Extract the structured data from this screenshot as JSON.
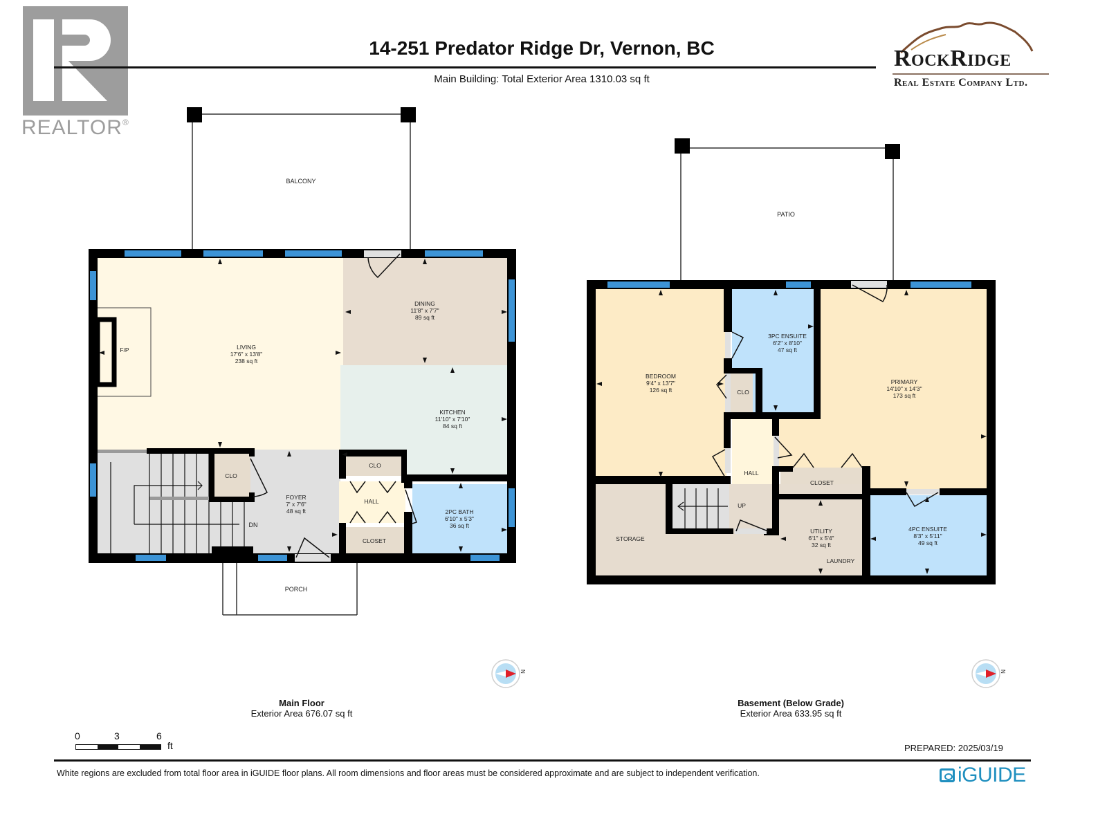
{
  "header": {
    "title": "14-251 Predator Ridge Dr, Vernon, BC",
    "subtitle": "Main Building: Total Exterior Area 1310.03 sq ft",
    "realtor_logo_text": "REALTOR",
    "realtor_mark": "®",
    "brokerage": {
      "name": "RockRidge",
      "tagline": "Real Estate Company Ltd."
    }
  },
  "colors": {
    "wall": "#000000",
    "window": "#3d94d6",
    "living": "#fff8e4",
    "dining": "#e8ddd0",
    "kitchen": "#e7f0ec",
    "foyer": "#e0e0e0",
    "closet": "#e6dccd",
    "hall": "#fff6dc",
    "bath": "#bfe2fb",
    "bedroom": "#fdebc6",
    "storage": "#e6dccf",
    "iguide": "#1f8fbf",
    "compass_red": "#e0202a",
    "compass_blue": "#b8def4"
  },
  "main_floor": {
    "name": "Main Floor",
    "area": "Exterior Area 676.07 sq ft",
    "outdoor": {
      "balcony": "BALCONY",
      "porch": "PORCH"
    },
    "rooms": {
      "living": {
        "name": "LIVING",
        "dims": "17'6\" x 13'8\"",
        "area": "238 sq ft"
      },
      "fireplace": {
        "name": "F/P"
      },
      "dining": {
        "name": "DINING",
        "dims": "11'8\" x 7'7\"",
        "area": "89 sq ft"
      },
      "kitchen": {
        "name": "KITCHEN",
        "dims": "11'10\" x 7'10\"",
        "area": "84 sq ft"
      },
      "foyer": {
        "name": "FOYER",
        "dims": "7' x 7'6\"",
        "area": "48 sq ft"
      },
      "foyer_clo": {
        "name": "CLO"
      },
      "hall_clo": {
        "name": "CLO"
      },
      "hall": {
        "name": "HALL"
      },
      "closet": {
        "name": "CLOSET"
      },
      "bath": {
        "name": "2PC BATH",
        "dims": "6'10\" x 5'3\"",
        "area": "36 sq ft"
      },
      "stairs": {
        "label": "DN"
      }
    },
    "compass": {
      "label": "N"
    }
  },
  "basement": {
    "name": "Basement (Below Grade)",
    "area": "Exterior Area 633.95 sq ft",
    "outdoor": {
      "patio": "PATIO"
    },
    "rooms": {
      "bedroom": {
        "name": "BEDROOM",
        "dims": "9'4\" x 13'7\"",
        "area": "126 sq ft"
      },
      "ensuite3": {
        "name": "3PC ENSUITE",
        "dims": "6'2\" x 8'10\"",
        "area": "47 sq ft"
      },
      "clo": {
        "name": "CLO"
      },
      "primary": {
        "name": "PRIMARY",
        "dims": "14'10\" x 14'3\"",
        "area": "173 sq ft"
      },
      "hall": {
        "name": "HALL"
      },
      "closet": {
        "name": "CLOSET"
      },
      "storage": {
        "name": "STORAGE"
      },
      "utility": {
        "name": "UTILITY",
        "dims": "6'1\" x 5'4\"",
        "area": "32 sq ft"
      },
      "laundry": {
        "name": "LAUNDRY"
      },
      "ensuite4": {
        "name": "4PC ENSUITE",
        "dims": "8'3\" x 5'11\"",
        "area": "49 sq ft"
      },
      "stairs": {
        "label": "UP"
      }
    },
    "compass": {
      "label": "N"
    }
  },
  "scale_bar": {
    "ticks": [
      "0",
      "3",
      "6"
    ],
    "unit": "ft"
  },
  "footer": {
    "prepared": "PREPARED: 2025/03/19",
    "disclaimer": "White regions are excluded from total floor area in iGUIDE floor plans. All room dimensions and floor areas must be considered approximate and are subject to independent verification.",
    "brand": "iGUIDE"
  }
}
